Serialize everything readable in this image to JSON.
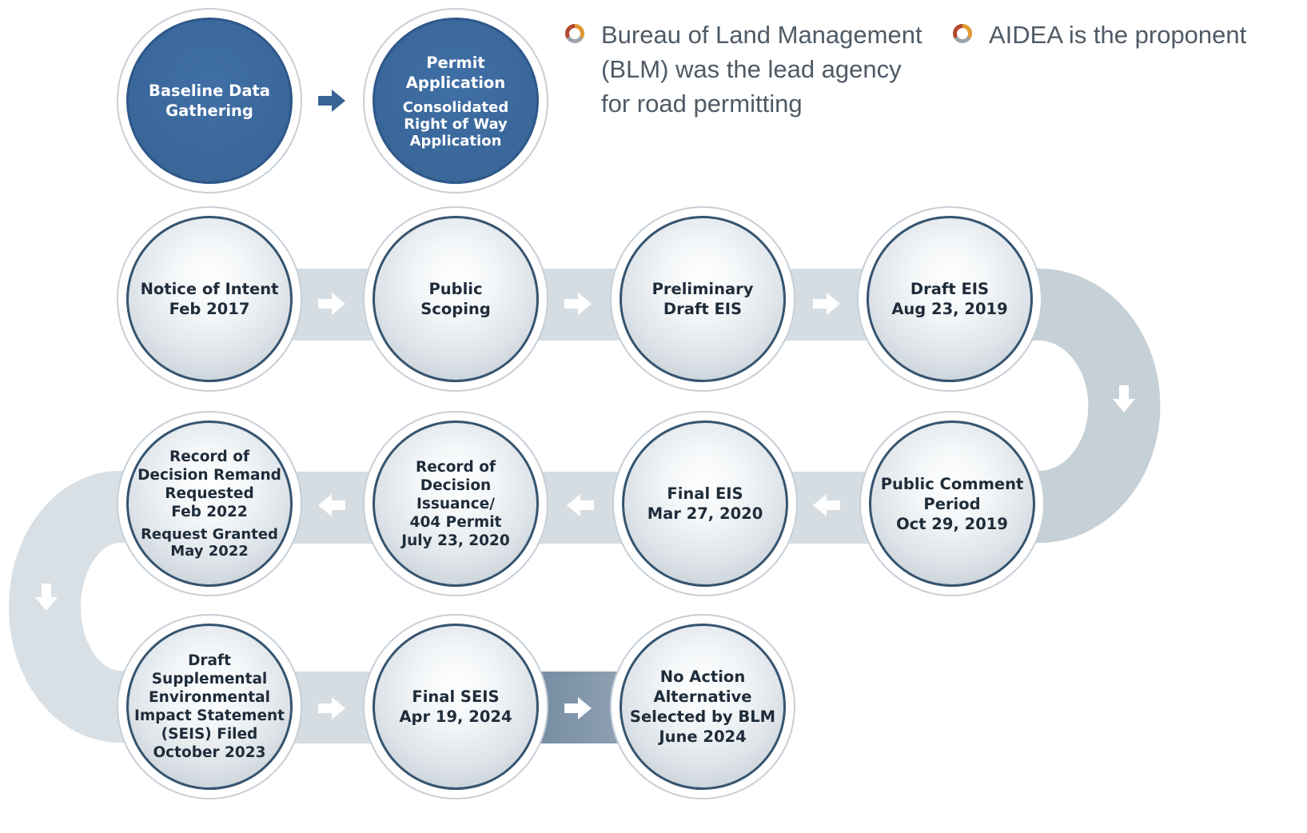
{
  "colors": {
    "accent_dark": "#386394",
    "node_border": "#36546f",
    "band": "#d6dde2",
    "connector": "#c6d0d7",
    "arrow_light": "#ffffff",
    "text_dark": "#1f2c3a",
    "legend_text": "#4f5a65"
  },
  "legend": {
    "items": [
      {
        "icon": "donut-icon",
        "lines": [
          "Bureau of Land Management",
          "(BLM) was the lead agency",
          "for road permitting"
        ]
      },
      {
        "icon": "donut-icon",
        "lines": [
          "AIDEA is the proponent"
        ]
      }
    ]
  },
  "steps": {
    "baseline": {
      "lines": [
        "Baseline Data",
        "Gathering"
      ]
    },
    "permit": {
      "lines": [
        "Permit",
        "Application"
      ],
      "sub": [
        "Consolidated",
        "Right of Way",
        "Application"
      ]
    },
    "notice": {
      "lines": [
        "Notice of Intent",
        "Feb 2017"
      ]
    },
    "scoping": {
      "lines": [
        "Public",
        "Scoping"
      ]
    },
    "prelim": {
      "lines": [
        "Preliminary",
        "Draft EIS"
      ]
    },
    "draft_eis": {
      "lines": [
        "Draft EIS",
        "Aug 23, 2019"
      ]
    },
    "comment": {
      "lines": [
        "Public Comment",
        "Period",
        "Oct 29, 2019"
      ]
    },
    "final_eis": {
      "lines": [
        "Final EIS",
        "Mar 27, 2020"
      ]
    },
    "rod": {
      "lines": [
        "Record of",
        "Decision",
        "Issuance/",
        "404 Permit",
        "July 23, 2020"
      ]
    },
    "remand": {
      "lines": [
        "Record of",
        "Decision Remand",
        "Requested",
        "Feb 2022"
      ],
      "sub": [
        "Request Granted",
        "May 2022"
      ]
    },
    "dseis": {
      "lines": [
        "Draft",
        "Supplemental",
        "Environmental",
        "Impact Statement",
        "(SEIS) Filed",
        "October 2023"
      ]
    },
    "fseis": {
      "lines": [
        "Final SEIS",
        "Apr 19, 2024"
      ]
    },
    "no_action": {
      "lines": [
        "No Action",
        "Alternative",
        "Selected by BLM",
        "June 2024"
      ]
    }
  }
}
